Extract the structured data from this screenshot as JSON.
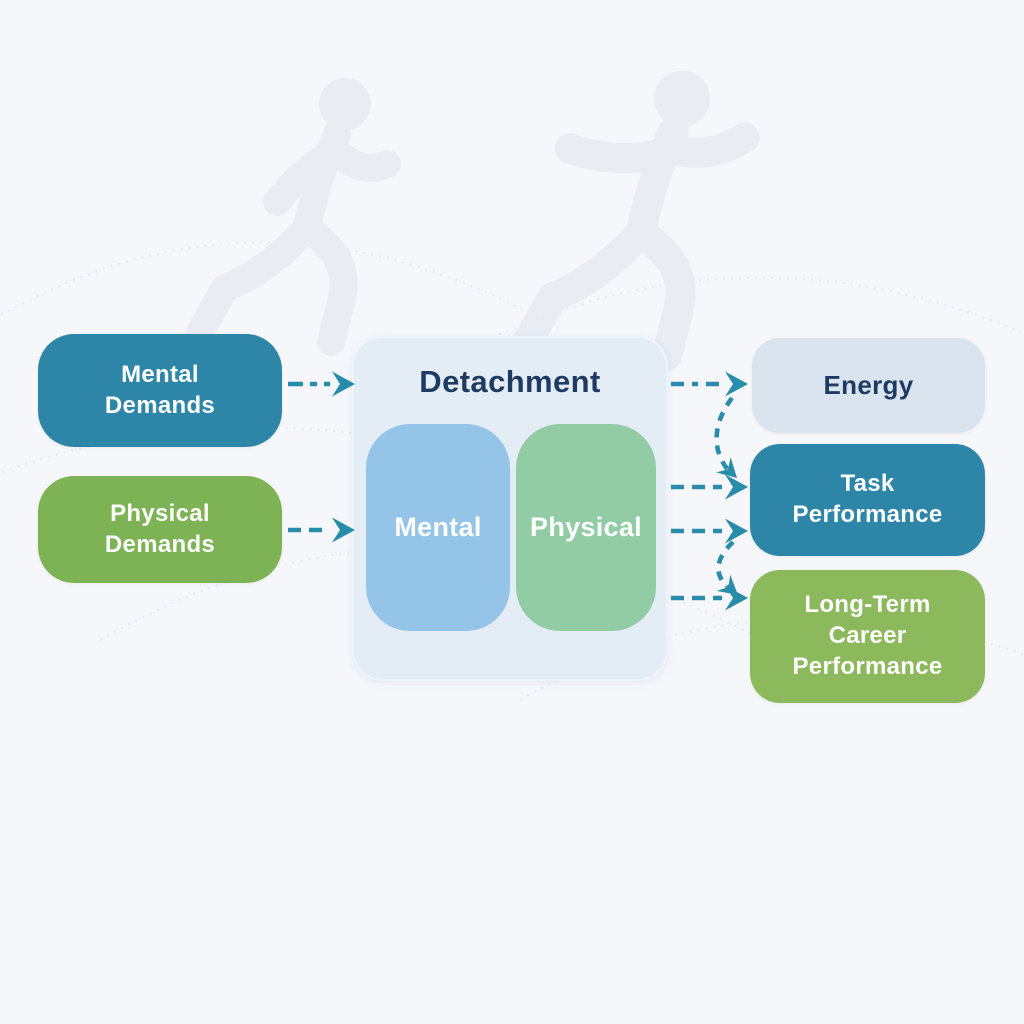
{
  "diagram": {
    "background": {
      "color": "#f6f7fa",
      "decorations": [
        "runner-silhouette-left",
        "runner-silhouette-right",
        "dotted-arcs"
      ],
      "silhouette_color": "#e7ebf2"
    },
    "inputs": [
      {
        "id": "mental-demands",
        "label": "Mental Demands",
        "color": "#2d86a8",
        "text_color": "#ffffff"
      },
      {
        "id": "physical-demands",
        "label": "Physical Demands",
        "color": "#7db354",
        "text_color": "#ffffff"
      }
    ],
    "center": {
      "title": "Detachment",
      "title_color": "#1e3c63",
      "panel_color": "#e4edf6",
      "sub_boxes": [
        {
          "id": "mental",
          "label": "Mental",
          "color": "#94c5e9",
          "text_color": "#ffffff"
        },
        {
          "id": "physical",
          "label": "Physical",
          "color": "#92cca5",
          "text_color": "#ffffff"
        }
      ]
    },
    "outputs": [
      {
        "id": "energy",
        "label": "Energy",
        "color": "#d9e4ef",
        "text_color": "#1e3c63"
      },
      {
        "id": "task-performance",
        "label": "Task Performance",
        "color": "#2d86a8",
        "text_color": "#ffffff"
      },
      {
        "id": "long-term-career-performance",
        "label": "Long-Term Career Performance",
        "color": "#8bb95c",
        "text_color": "#ffffff"
      }
    ],
    "arrows": {
      "color": "#2a8cab",
      "style": "dashed",
      "connections": [
        {
          "from": "mental-demands",
          "to": "detachment"
        },
        {
          "from": "physical-demands",
          "to": "detachment"
        },
        {
          "from": "detachment",
          "to": "energy"
        },
        {
          "from": "detachment",
          "to": "task-performance"
        },
        {
          "from": "detachment",
          "to": "task-performance"
        },
        {
          "from": "detachment",
          "to": "long-term-career-performance"
        },
        {
          "from": "energy",
          "to": "task-performance",
          "shape": "curved"
        },
        {
          "from": "task-performance",
          "to": "long-term-career-performance",
          "shape": "curved"
        }
      ]
    }
  }
}
